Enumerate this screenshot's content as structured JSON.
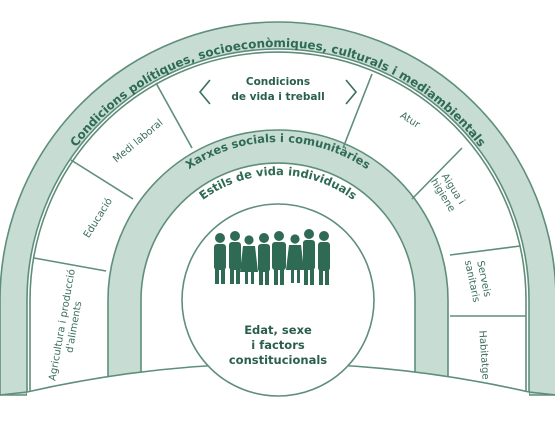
{
  "rings": {
    "outer": "Condicions polítiques, socioeconòmiques, culturals i mediambientals",
    "networks": "Xarxes socials i comunitàries",
    "lifestyle": "Estils de vida individuals"
  },
  "living_conditions": {
    "title_line1": "Condicions",
    "title_line2": "de vida i treball",
    "segments": [
      {
        "label": [
          "Agricultura i producció",
          "d'aliments"
        ]
      },
      {
        "label": [
          "Educació"
        ]
      },
      {
        "label": [
          "Medi laboral"
        ]
      },
      {
        "label": [
          "Atur"
        ]
      },
      {
        "label": [
          "Aigua i",
          "higiene"
        ]
      },
      {
        "label": [
          "Serveis",
          "sanitaris"
        ]
      },
      {
        "label": [
          "Habitatge"
        ]
      }
    ]
  },
  "core": {
    "line1": "Edat, sexe",
    "line2": "i factors",
    "line3": "constitucionals",
    "icon": "group-of-people-icon"
  },
  "colors": {
    "ring_fill": "#c7ddd4",
    "line": "#5f8e7b",
    "text": "#2f6a55"
  }
}
